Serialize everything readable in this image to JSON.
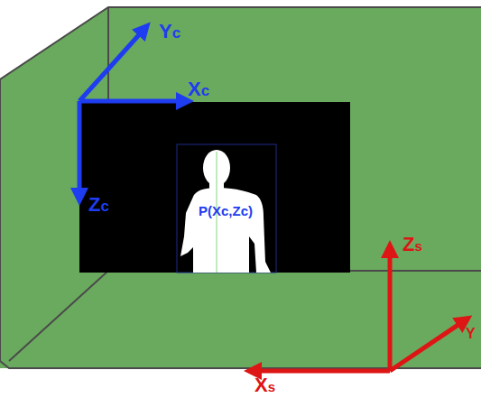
{
  "diagram": {
    "labels": [
      "Yc",
      "Xc",
      "Zc",
      "P(Xc,Zc)",
      "Zs",
      "Xs",
      "Y"
    ]
  }
}
